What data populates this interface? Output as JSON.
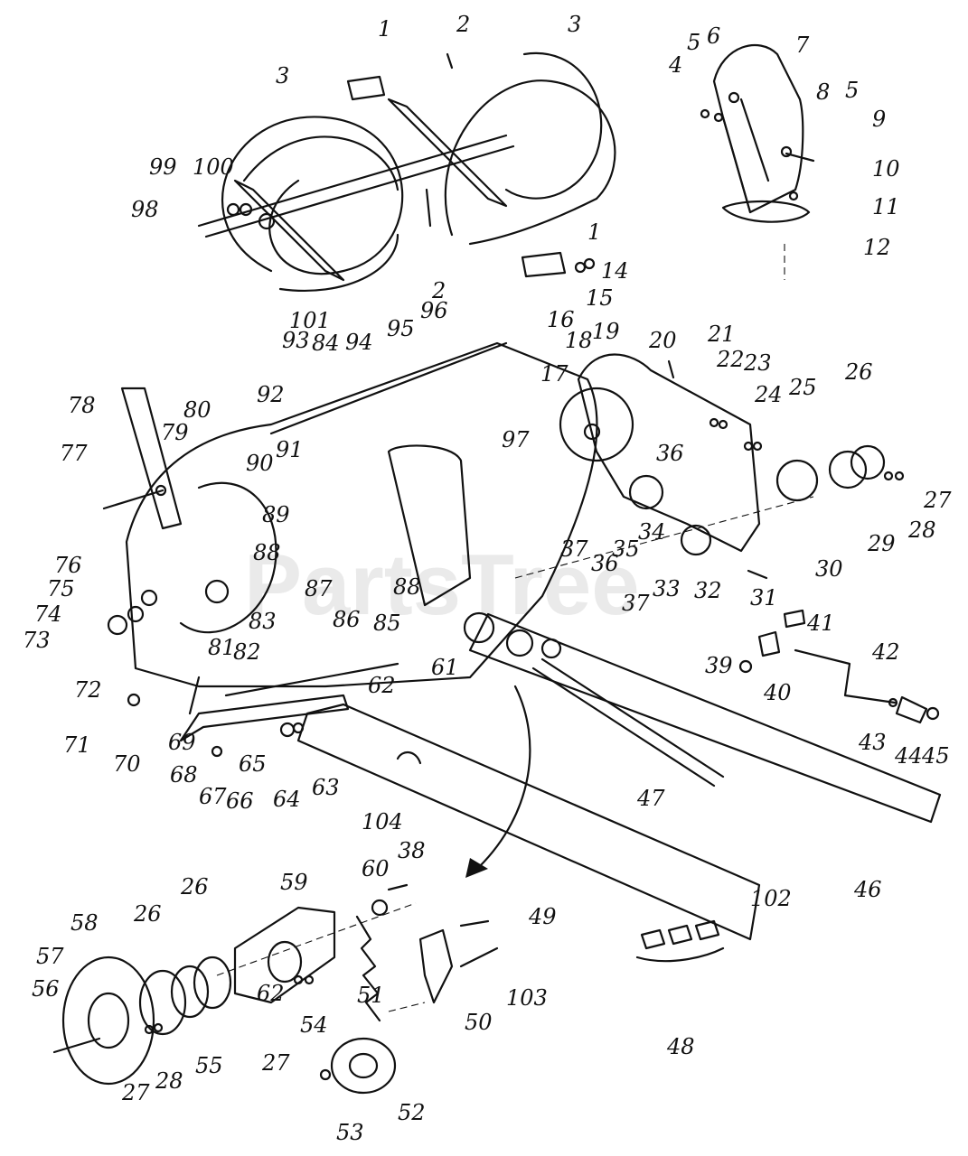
{
  "watermark": "PartsTree",
  "callouts": [
    "1",
    "2",
    "3",
    "4",
    "5",
    "6",
    "7",
    "8",
    "9",
    "10",
    "11",
    "12",
    "14",
    "15",
    "16",
    "17",
    "18",
    "19",
    "20",
    "21",
    "22",
    "23",
    "24",
    "25",
    "26",
    "27",
    "28",
    "29",
    "30",
    "31",
    "32",
    "33",
    "34",
    "35",
    "36",
    "37",
    "38",
    "39",
    "40",
    "41",
    "42",
    "43",
    "44",
    "45",
    "46",
    "47",
    "48",
    "49",
    "50",
    "51",
    "52",
    "53",
    "54",
    "55",
    "56",
    "57",
    "58",
    "59",
    "60",
    "61",
    "62",
    "63",
    "64",
    "65",
    "66",
    "67",
    "68",
    "69",
    "70",
    "71",
    "72",
    "73",
    "74",
    "75",
    "76",
    "77",
    "78",
    "79",
    "80",
    "81",
    "82",
    "83",
    "84",
    "85",
    "86",
    "87",
    "88",
    "89",
    "90",
    "91",
    "92",
    "93",
    "94",
    "95",
    "96",
    "97",
    "98",
    "99",
    "100",
    "101",
    "102",
    "103",
    "104"
  ]
}
